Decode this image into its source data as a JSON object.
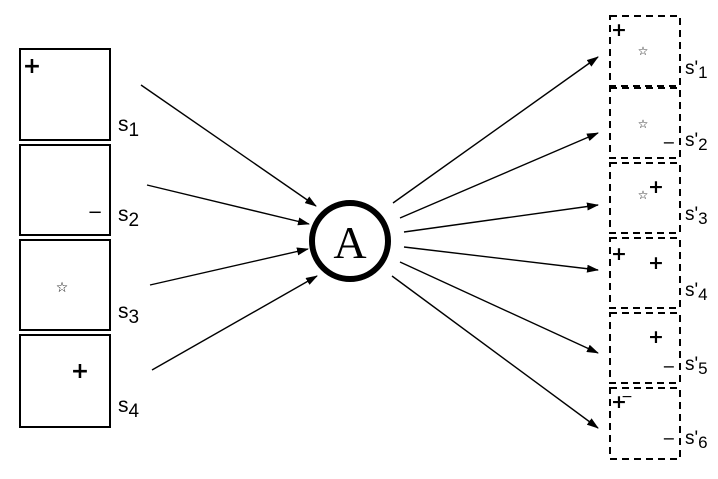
{
  "agent": {
    "label": "A"
  },
  "symbols": {
    "plus": "+",
    "minus": "−",
    "star": "☆"
  },
  "source_states": [
    {
      "label_main": "s",
      "label_sub": "1"
    },
    {
      "label_main": "s",
      "label_sub": "2"
    },
    {
      "label_main": "s",
      "label_sub": "3"
    },
    {
      "label_main": "s",
      "label_sub": "4"
    }
  ],
  "result_states": [
    {
      "label_main": "s'",
      "label_sub": "1"
    },
    {
      "label_main": "s'",
      "label_sub": "2"
    },
    {
      "label_main": "s'",
      "label_sub": "3"
    },
    {
      "label_main": "s'",
      "label_sub": "4"
    },
    {
      "label_main": "s'",
      "label_sub": "5"
    },
    {
      "label_main": "s'",
      "label_sub": "6"
    }
  ]
}
